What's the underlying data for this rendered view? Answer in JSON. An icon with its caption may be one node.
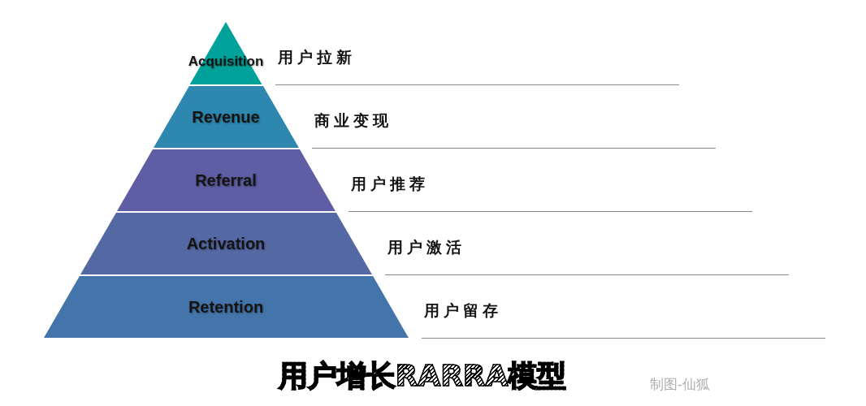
{
  "diagram": {
    "title": "用户增长RARRA模型",
    "nodes": [
      {
        "text": [
          "Acquisition"
        ],
        "beside": [
          "用户拉新"
        ]
      },
      {
        "text": [
          "Revenue"
        ],
        "beside": [
          "商业变现"
        ]
      },
      {
        "text": [
          "Referral"
        ],
        "beside": [
          "用户推荐"
        ]
      },
      {
        "text": [
          "Activation"
        ],
        "beside": [
          "用户激活"
        ]
      },
      {
        "text": [
          "Retention"
        ],
        "beside": [
          "用户留存"
        ]
      }
    ],
    "labels": [
      "制图-仙狐"
    ]
  }
}
